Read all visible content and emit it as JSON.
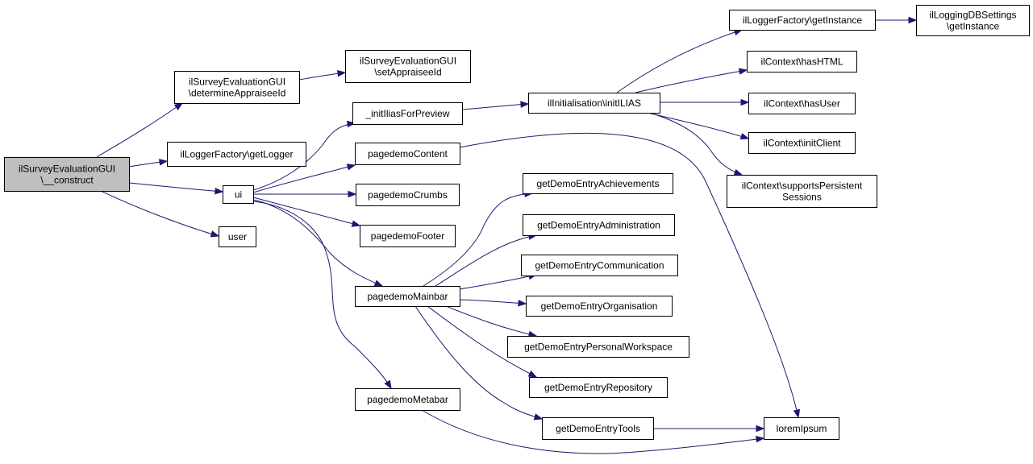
{
  "graph": {
    "nodes": {
      "root": [
        "ilSurveyEvaluationGUI",
        "\\__construct"
      ],
      "determine": [
        "ilSurveyEvaluationGUI",
        "\\determineAppraiseeId"
      ],
      "setAppraisee": [
        "ilSurveyEvaluationGUI",
        "\\setAppraiseeId"
      ],
      "getLogger": [
        "ilLoggerFactory\\getLogger"
      ],
      "ui": [
        "ui"
      ],
      "user": [
        "user"
      ],
      "initIlias": [
        "_initIliasForPreview"
      ],
      "pdContent": [
        "pagedemoContent"
      ],
      "pdCrumbs": [
        "pagedemoCrumbs"
      ],
      "pdFooter": [
        "pagedemoFooter"
      ],
      "pdMainbar": [
        "pagedemoMainbar"
      ],
      "pdMetabar": [
        "pagedemoMetabar"
      ],
      "initILIAS": [
        "ilInitialisation\\initILIAS"
      ],
      "getInstance": [
        "ilLoggerFactory\\getInstance"
      ],
      "dbGetInstance": [
        "ilLoggingDBSettings",
        "\\getInstance"
      ],
      "hasHTML": [
        "ilContext\\hasHTML"
      ],
      "hasUser": [
        "ilContext\\hasUser"
      ],
      "initClient": [
        "ilContext\\initClient"
      ],
      "supports": [
        "ilContext\\supportsPersistent",
        "Sessions"
      ],
      "achievements": [
        "getDemoEntryAchievements"
      ],
      "administration": [
        "getDemoEntryAdministration"
      ],
      "communication": [
        "getDemoEntryCommunication"
      ],
      "organisation": [
        "getDemoEntryOrganisation"
      ],
      "personal": [
        "getDemoEntryPersonalWorkspace"
      ],
      "repository": [
        "getDemoEntryRepository"
      ],
      "tools": [
        "getDemoEntryTools"
      ],
      "lorem": [
        "loremIpsum"
      ]
    },
    "edges": [
      [
        "root",
        "determine"
      ],
      [
        "root",
        "getLogger"
      ],
      [
        "root",
        "ui"
      ],
      [
        "root",
        "user"
      ],
      [
        "determine",
        "setAppraisee"
      ],
      [
        "ui",
        "initIlias"
      ],
      [
        "ui",
        "pdContent"
      ],
      [
        "ui",
        "pdCrumbs"
      ],
      [
        "ui",
        "pdFooter"
      ],
      [
        "ui",
        "pdMainbar"
      ],
      [
        "ui",
        "pdMetabar"
      ],
      [
        "initIlias",
        "initILIAS"
      ],
      [
        "initILIAS",
        "getInstance"
      ],
      [
        "initILIAS",
        "hasHTML"
      ],
      [
        "initILIAS",
        "hasUser"
      ],
      [
        "initILIAS",
        "initClient"
      ],
      [
        "initILIAS",
        "supports"
      ],
      [
        "getInstance",
        "dbGetInstance"
      ],
      [
        "pdContent",
        "lorem"
      ],
      [
        "pdMainbar",
        "achievements"
      ],
      [
        "pdMainbar",
        "administration"
      ],
      [
        "pdMainbar",
        "communication"
      ],
      [
        "pdMainbar",
        "organisation"
      ],
      [
        "pdMainbar",
        "personal"
      ],
      [
        "pdMainbar",
        "repository"
      ],
      [
        "pdMainbar",
        "tools"
      ],
      [
        "tools",
        "lorem"
      ],
      [
        "pdMetabar",
        "lorem"
      ]
    ]
  }
}
